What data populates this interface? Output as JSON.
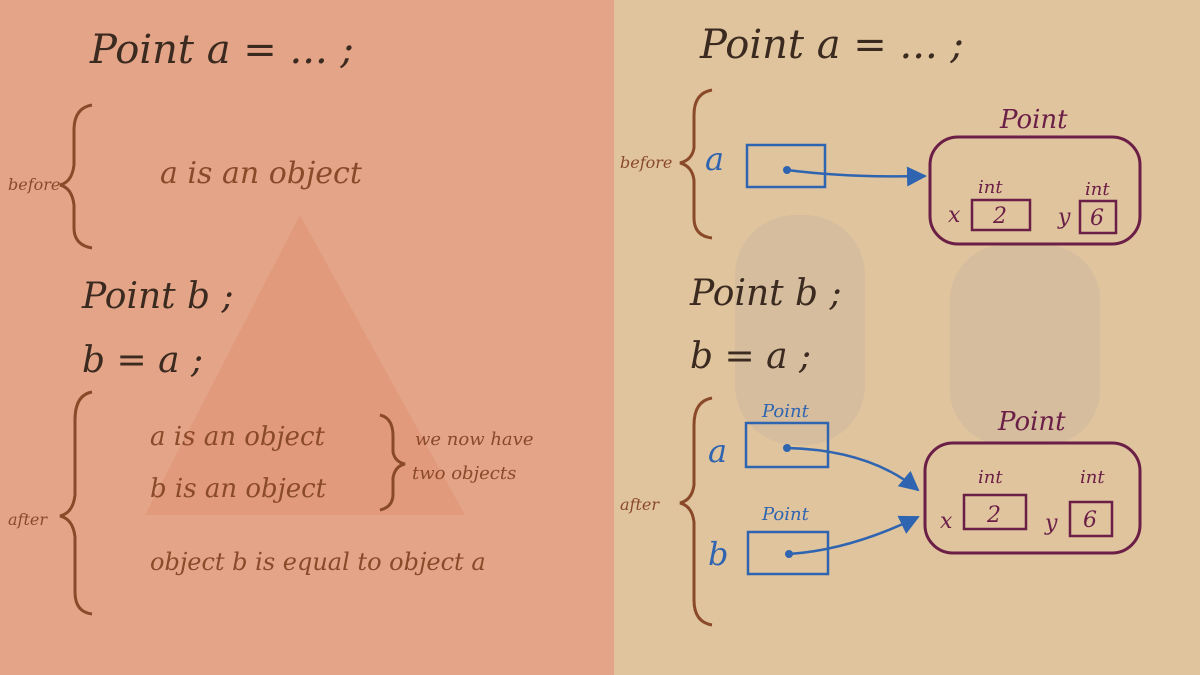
{
  "left": {
    "declaration": "Point a = ... ;",
    "before_label": "before",
    "before_statement": "a is an object",
    "declaration_b": "Point b ;",
    "assignment": "b = a ;",
    "after_label": "after",
    "after_statement_1": "a is an object",
    "after_statement_2": "b is an object",
    "note_line_1": "we now have",
    "note_line_2": "two objects",
    "after_statement_3": "object b is equal to object a"
  },
  "right": {
    "declaration": "Point a = ... ;",
    "before_label": "before",
    "before_var_a": "a",
    "before_object_type": "Point",
    "before_field_x_type": "int",
    "before_field_x_name": "x",
    "before_field_x_value": "2",
    "before_field_y_type": "int",
    "before_field_y_name": "y",
    "before_field_y_value": "6",
    "declaration_b": "Point b ;",
    "assignment": "b = a ;",
    "after_label": "after",
    "after_var_a": "a",
    "after_var_a_type": "Point",
    "after_var_b": "b",
    "after_var_b_type": "Point",
    "after_object_type": "Point",
    "after_field_x_type": "int",
    "after_field_x_name": "x",
    "after_field_x_value": "2",
    "after_field_y_type": "int",
    "after_field_y_name": "y",
    "after_field_y_value": "6"
  },
  "colors": {
    "left_background": "#e4a487",
    "right_background": "#e0c49e",
    "brown_ink": "#8a4a2a",
    "blue_ink": "#2f64b0",
    "purple_ink": "#6b1e46",
    "dark_ink": "#3b2a20"
  }
}
